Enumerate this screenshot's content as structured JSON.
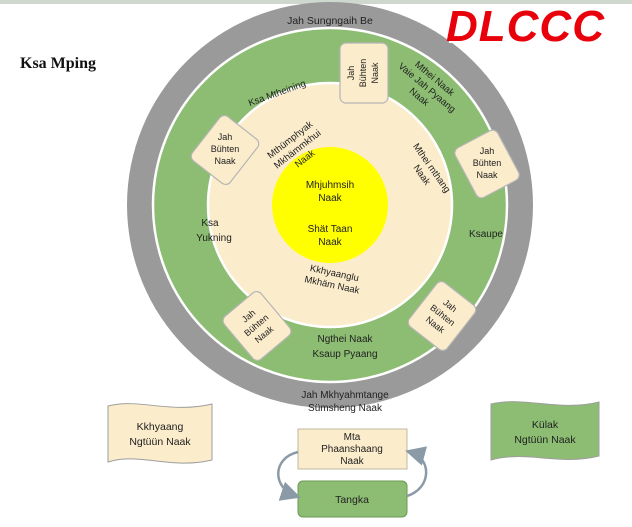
{
  "page_title": "Ksa Mping",
  "watermark": "DLCCC",
  "outer_ring": {
    "top": "Jah Sungngaih Be",
    "bottom_line1": "Jah Mkhyahmtange",
    "bottom_line2": "Sümsheng Naak"
  },
  "middle_ring": {
    "top_left": "Ksa Mtheining",
    "top_right": [
      "Mthei Naak",
      "Vaie Jah Pyaang",
      "Naak"
    ],
    "left": [
      "Ksa",
      "Yukning"
    ],
    "right": "Ksaupe",
    "bottom": [
      "Ngthei Naak",
      "Ksaup Pyaang"
    ]
  },
  "inner_ring": {
    "upper_left": [
      "Mthümphyak",
      "Mkhämmkhui",
      "Naak"
    ],
    "upper_right": [
      "Mthei mthang",
      "Naak"
    ],
    "bottom": [
      "Kkhyaanglu",
      "Mkhäm Naak"
    ]
  },
  "center": {
    "line1": [
      "Mhjuhmsih",
      "Naak"
    ],
    "line2": [
      "Shät Taan",
      "Naak"
    ]
  },
  "boxes": {
    "top": [
      "Jah",
      "Bühten",
      "Naak"
    ],
    "left": [
      "Jah",
      "Bühten",
      "Naak"
    ],
    "right": [
      "Jah",
      "Bühten",
      "Naak"
    ],
    "bottom_left": [
      "Jah",
      "Bühten",
      "Naak"
    ],
    "bottom_right": [
      "Jah",
      "Bühten",
      "Naak"
    ]
  },
  "bottom": {
    "left_flag": [
      "Kkhyaang",
      "Ngtüün Naak"
    ],
    "right_flag": [
      "Külak",
      "Ngtüün Naak"
    ],
    "center_top": [
      "Mta",
      "Phaanshaang",
      "Naak"
    ],
    "center_bottom": "Tangka"
  },
  "colors": {
    "outer_ring": "#9a9a9a",
    "middle_ring": "#8cbd72",
    "inner_ring": "#fbeccb",
    "center": "#ffff00",
    "box": "#fbeccb",
    "green_box": "#8cbd72"
  }
}
